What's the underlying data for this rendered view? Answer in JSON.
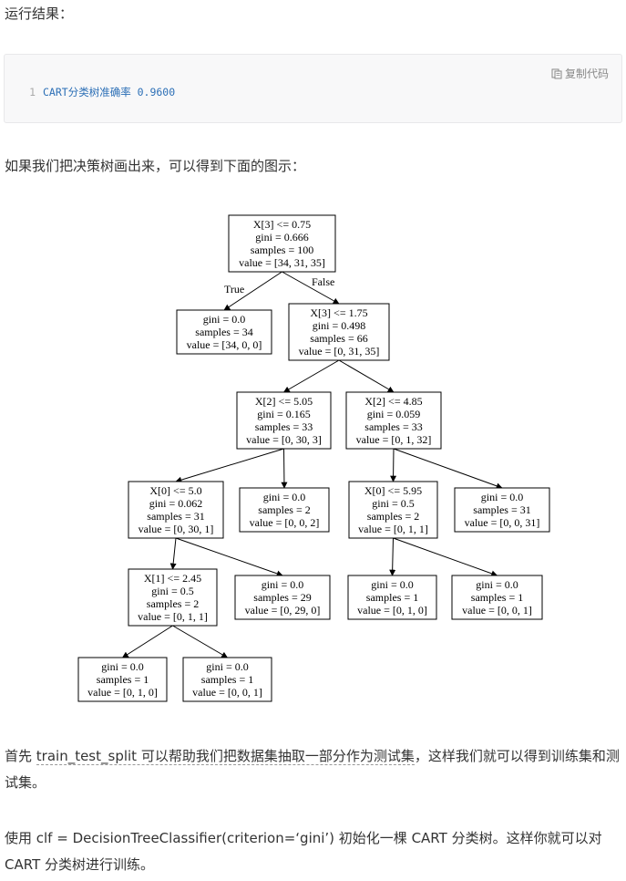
{
  "result_heading": "运行结果：",
  "code": {
    "copy_label": "复制代码",
    "copy_icon": "copy-icon",
    "line_number": "1",
    "text": "CART分类树准确率 0.9600"
  },
  "intro": "如果我们把决策树画出来，可以得到下面的图示：",
  "tree": {
    "nodes": [
      {
        "id": "n0",
        "lines": [
          "X[3] <= 0.75",
          "gini = 0.666",
          "samples = 100",
          "value = [34, 31, 35]"
        ]
      },
      {
        "id": "n1",
        "lines": [
          "gini = 0.0",
          "samples = 34",
          "value = [34, 0, 0]"
        ]
      },
      {
        "id": "n2",
        "lines": [
          "X[3] <= 1.75",
          "gini = 0.498",
          "samples = 66",
          "value = [0, 31, 35]"
        ]
      },
      {
        "id": "n3",
        "lines": [
          "X[2] <= 5.05",
          "gini = 0.165",
          "samples = 33",
          "value = [0, 30, 3]"
        ]
      },
      {
        "id": "n4",
        "lines": [
          "X[2] <= 4.85",
          "gini = 0.059",
          "samples = 33",
          "value = [0, 1, 32]"
        ]
      },
      {
        "id": "n5",
        "lines": [
          "X[0] <= 5.0",
          "gini = 0.062",
          "samples = 31",
          "value = [0, 30, 1]"
        ]
      },
      {
        "id": "n6",
        "lines": [
          "gini = 0.0",
          "samples = 2",
          "value = [0, 0, 2]"
        ]
      },
      {
        "id": "n7",
        "lines": [
          "X[0] <= 5.95",
          "gini = 0.5",
          "samples = 2",
          "value = [0, 1, 1]"
        ]
      },
      {
        "id": "n8",
        "lines": [
          "gini = 0.0",
          "samples = 31",
          "value = [0, 0, 31]"
        ]
      },
      {
        "id": "n9",
        "lines": [
          "X[1] <= 2.45",
          "gini = 0.5",
          "samples = 2",
          "value = [0, 1, 1]"
        ]
      },
      {
        "id": "n10",
        "lines": [
          "gini = 0.0",
          "samples = 29",
          "value = [0, 29, 0]"
        ]
      },
      {
        "id": "n11",
        "lines": [
          "gini = 0.0",
          "samples = 1",
          "value = [0, 1, 0]"
        ]
      },
      {
        "id": "n12",
        "lines": [
          "gini = 0.0",
          "samples = 1",
          "value = [0, 0, 1]"
        ]
      },
      {
        "id": "n13",
        "lines": [
          "gini = 0.0",
          "samples = 1",
          "value = [0, 1, 0]"
        ]
      },
      {
        "id": "n14",
        "lines": [
          "gini = 0.0",
          "samples = 1",
          "value = [0, 0, 1]"
        ]
      }
    ],
    "edges": [
      [
        "n0",
        "n1"
      ],
      [
        "n0",
        "n2"
      ],
      [
        "n2",
        "n3"
      ],
      [
        "n2",
        "n4"
      ],
      [
        "n3",
        "n5"
      ],
      [
        "n3",
        "n6"
      ],
      [
        "n4",
        "n7"
      ],
      [
        "n4",
        "n8"
      ],
      [
        "n5",
        "n9"
      ],
      [
        "n5",
        "n10"
      ],
      [
        "n7",
        "n11"
      ],
      [
        "n7",
        "n12"
      ],
      [
        "n9",
        "n13"
      ],
      [
        "n9",
        "n14"
      ]
    ],
    "true_label": "True",
    "false_label": "False"
  },
  "split_para": {
    "prefix": "首先 ",
    "link": "train_test_split 可以帮助我们把数据集抽取一部分作为测试集",
    "suffix": "，这样我们就可以得到训练集和测试集。"
  },
  "clf_para": "使用 clf = DecisionTreeClassifier(criterion=‘gini’) 初始化一棵 CART 分类树。这样你就可以对 CART 分类树进行训练。"
}
